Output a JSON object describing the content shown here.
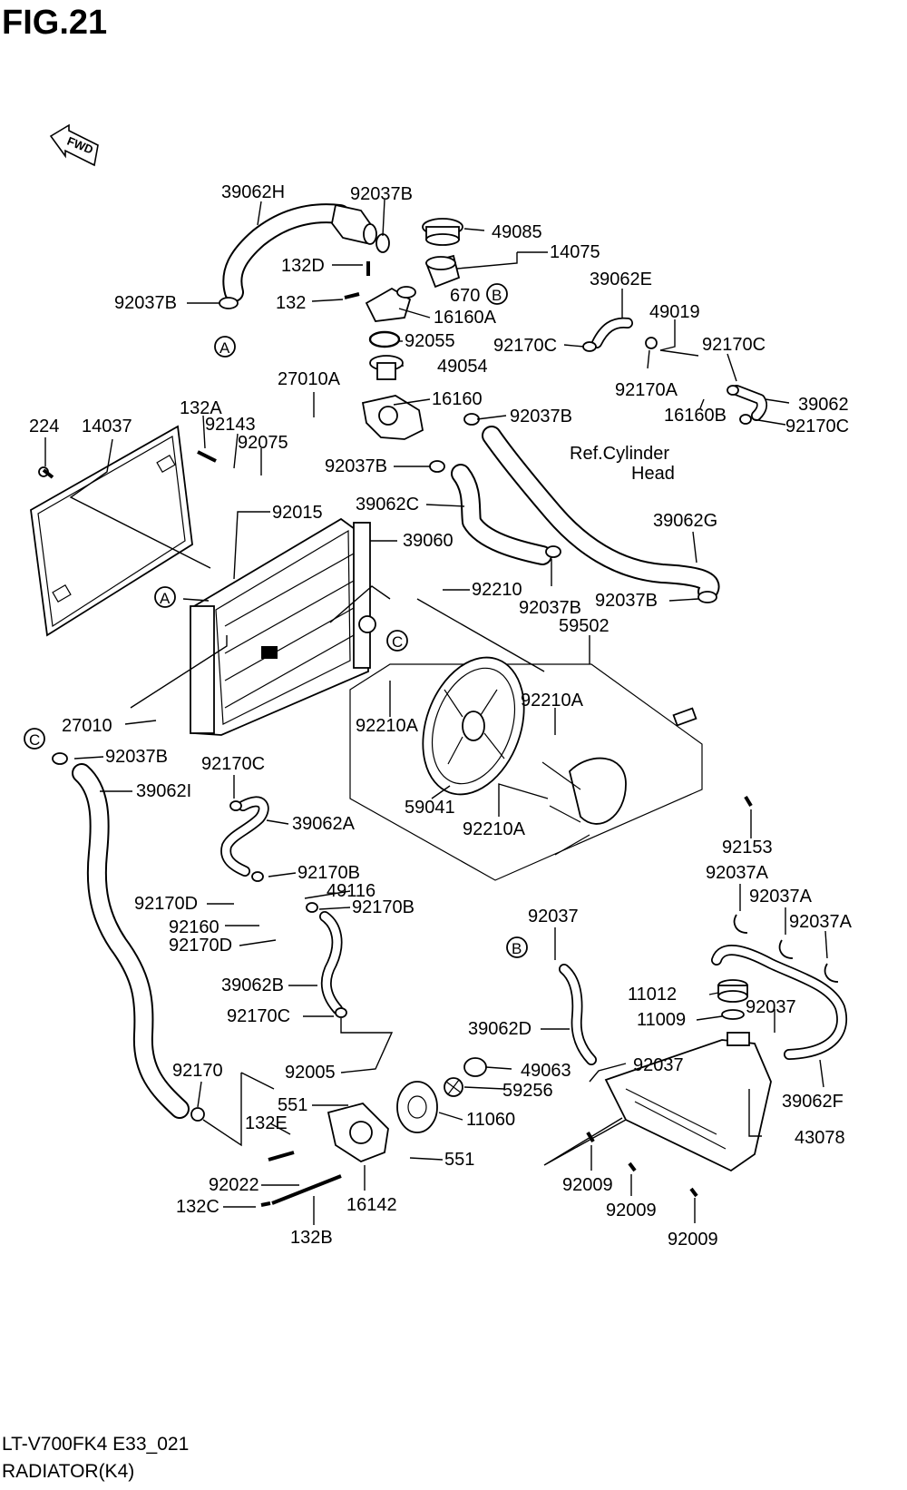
{
  "figure": {
    "title": "FIG.21",
    "direction_badge": "FWD"
  },
  "footer": {
    "code": "LT-V700FK4 E33_021",
    "name": "RADIATOR(K4)"
  },
  "callouts": [
    "A",
    "B",
    "C"
  ],
  "reference": {
    "line1": "Ref.Cylinder",
    "line2": "Head"
  },
  "parts": [
    {
      "id": "p-39062H",
      "label": "39062H"
    },
    {
      "id": "p-92037B-1",
      "label": "92037B"
    },
    {
      "id": "p-49085",
      "label": "49085"
    },
    {
      "id": "p-14075",
      "label": "14075"
    },
    {
      "id": "p-132D",
      "label": "132D"
    },
    {
      "id": "p-92037B-2",
      "label": "92037B"
    },
    {
      "id": "p-132",
      "label": "132"
    },
    {
      "id": "p-670",
      "label": "670"
    },
    {
      "id": "p-16160A",
      "label": "16160A"
    },
    {
      "id": "p-39062E",
      "label": "39062E"
    },
    {
      "id": "p-49019",
      "label": "49019"
    },
    {
      "id": "p-92055",
      "label": "92055"
    },
    {
      "id": "p-92170C-1",
      "label": "92170C"
    },
    {
      "id": "p-92170C-2",
      "label": "92170C"
    },
    {
      "id": "p-49054",
      "label": "49054"
    },
    {
      "id": "p-27010A",
      "label": "27010A"
    },
    {
      "id": "p-92170A",
      "label": "92170A"
    },
    {
      "id": "p-16160",
      "label": "16160"
    },
    {
      "id": "p-39062",
      "label": "39062"
    },
    {
      "id": "p-132A",
      "label": "132A"
    },
    {
      "id": "p-92037B-3",
      "label": "92037B"
    },
    {
      "id": "p-16160B",
      "label": "16160B"
    },
    {
      "id": "p-92170C-3",
      "label": "92170C"
    },
    {
      "id": "p-224",
      "label": "224"
    },
    {
      "id": "p-14037",
      "label": "14037"
    },
    {
      "id": "p-92143",
      "label": "92143"
    },
    {
      "id": "p-92075",
      "label": "92075"
    },
    {
      "id": "p-92037B-4",
      "label": "92037B"
    },
    {
      "id": "p-39062C",
      "label": "39062C"
    },
    {
      "id": "p-92015",
      "label": "92015"
    },
    {
      "id": "p-39062G",
      "label": "39062G"
    },
    {
      "id": "p-39060",
      "label": "39060"
    },
    {
      "id": "p-92210",
      "label": "92210"
    },
    {
      "id": "p-92037B-5",
      "label": "92037B"
    },
    {
      "id": "p-92037B-6",
      "label": "92037B"
    },
    {
      "id": "p-59502",
      "label": "59502"
    },
    {
      "id": "p-92210A-1",
      "label": "92210A"
    },
    {
      "id": "p-27010",
      "label": "27010"
    },
    {
      "id": "p-92210A-2",
      "label": "92210A"
    },
    {
      "id": "p-92037B-7",
      "label": "92037B"
    },
    {
      "id": "p-92170C-4",
      "label": "92170C"
    },
    {
      "id": "p-39062I",
      "label": "39062I"
    },
    {
      "id": "p-59041",
      "label": "59041"
    },
    {
      "id": "p-92210A-3",
      "label": "92210A"
    },
    {
      "id": "p-39062A",
      "label": "39062A"
    },
    {
      "id": "p-92153",
      "label": "92153"
    },
    {
      "id": "p-92037A-1",
      "label": "92037A"
    },
    {
      "id": "p-92170B-1",
      "label": "92170B"
    },
    {
      "id": "p-49116",
      "label": "49116"
    },
    {
      "id": "p-92037A-2",
      "label": "92037A"
    },
    {
      "id": "p-92170D-1",
      "label": "92170D"
    },
    {
      "id": "p-92170B-2",
      "label": "92170B"
    },
    {
      "id": "p-92037",
      "label": "92037"
    },
    {
      "id": "p-92037A-3",
      "label": "92037A"
    },
    {
      "id": "p-92160",
      "label": "92160"
    },
    {
      "id": "p-92170D-2",
      "label": "92170D"
    },
    {
      "id": "p-39062B",
      "label": "39062B"
    },
    {
      "id": "p-11012",
      "label": "11012"
    },
    {
      "id": "p-92037-2",
      "label": "92037"
    },
    {
      "id": "p-92170C-5",
      "label": "92170C"
    },
    {
      "id": "p-11009",
      "label": "11009"
    },
    {
      "id": "p-39062D",
      "label": "39062D"
    },
    {
      "id": "p-92170",
      "label": "92170"
    },
    {
      "id": "p-92005",
      "label": "92005"
    },
    {
      "id": "p-49063",
      "label": "49063"
    },
    {
      "id": "p-92037-3",
      "label": "92037"
    },
    {
      "id": "p-59256",
      "label": "59256"
    },
    {
      "id": "p-39062F",
      "label": "39062F"
    },
    {
      "id": "p-551-1",
      "label": "551"
    },
    {
      "id": "p-11060",
      "label": "11060"
    },
    {
      "id": "p-132E",
      "label": "132E"
    },
    {
      "id": "p-43078",
      "label": "43078"
    },
    {
      "id": "p-551-2",
      "label": "551"
    },
    {
      "id": "p-92022",
      "label": "92022"
    },
    {
      "id": "p-92009-1",
      "label": "92009"
    },
    {
      "id": "p-16142",
      "label": "16142"
    },
    {
      "id": "p-132C",
      "label": "132C"
    },
    {
      "id": "p-92009-2",
      "label": "92009"
    },
    {
      "id": "p-132B",
      "label": "132B"
    },
    {
      "id": "p-92009-3",
      "label": "92009"
    }
  ]
}
